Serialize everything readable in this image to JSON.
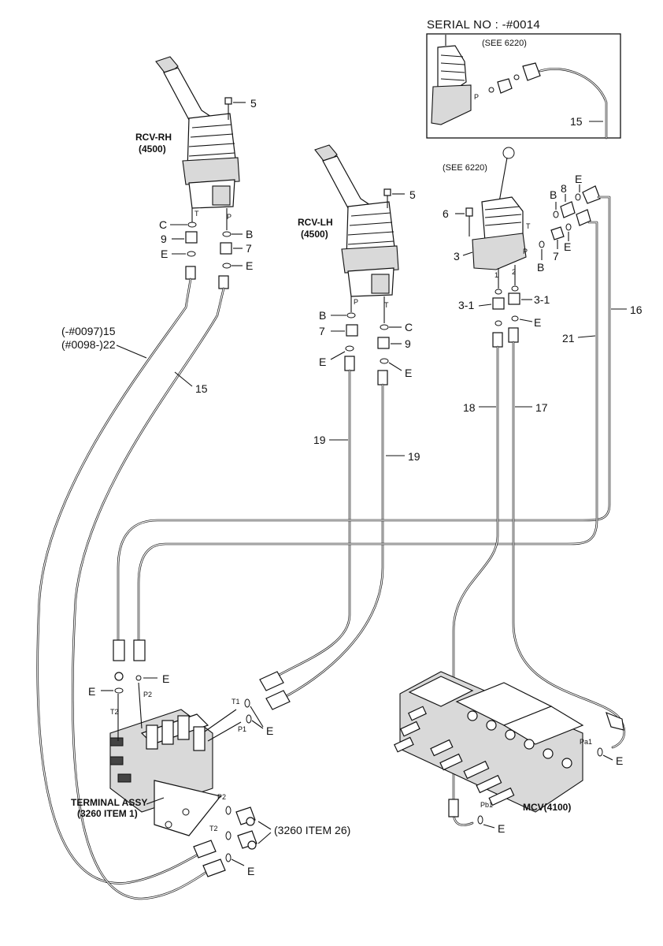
{
  "serial": {
    "title": "SERIAL NO : -#0014",
    "see": "(SEE 6220)",
    "hose_no": "15"
  },
  "rcv_rh": {
    "name": "RCV-RH",
    "code": "(4500)",
    "port_t": "T",
    "port_p": "P"
  },
  "rcv_lh": {
    "name": "RCV-LH",
    "code": "(4500)",
    "port_p": "P",
    "port_t": "T"
  },
  "pedal": {
    "see": "(SEE 6220)",
    "port_t": "T",
    "port_p": "P",
    "port_1": "1",
    "port_2": "2"
  },
  "callouts": {
    "c5": "5",
    "c9": "9",
    "c7": "7",
    "cB": "B",
    "cC": "C",
    "cE": "E",
    "c6": "6",
    "c3": "3",
    "c8": "8",
    "c3_1": "3-1",
    "c15": "15",
    "c16": "16",
    "c17": "17",
    "c18": "18",
    "c19": "19",
    "c21": "21",
    "c15_range": "(-#0097)15",
    "c22_range": "(#0098-)22"
  },
  "terminal": {
    "title": "TERMINAL ASSY",
    "sub": "(3260 ITEM 1)",
    "item26": "(3260 ITEM 26)",
    "p1": "P1",
    "p2": "P2",
    "t1": "T1",
    "t2": "T2"
  },
  "mcv": {
    "name": "MCV(4100)",
    "pa1": "Pa1",
    "pb1": "Pb1"
  }
}
